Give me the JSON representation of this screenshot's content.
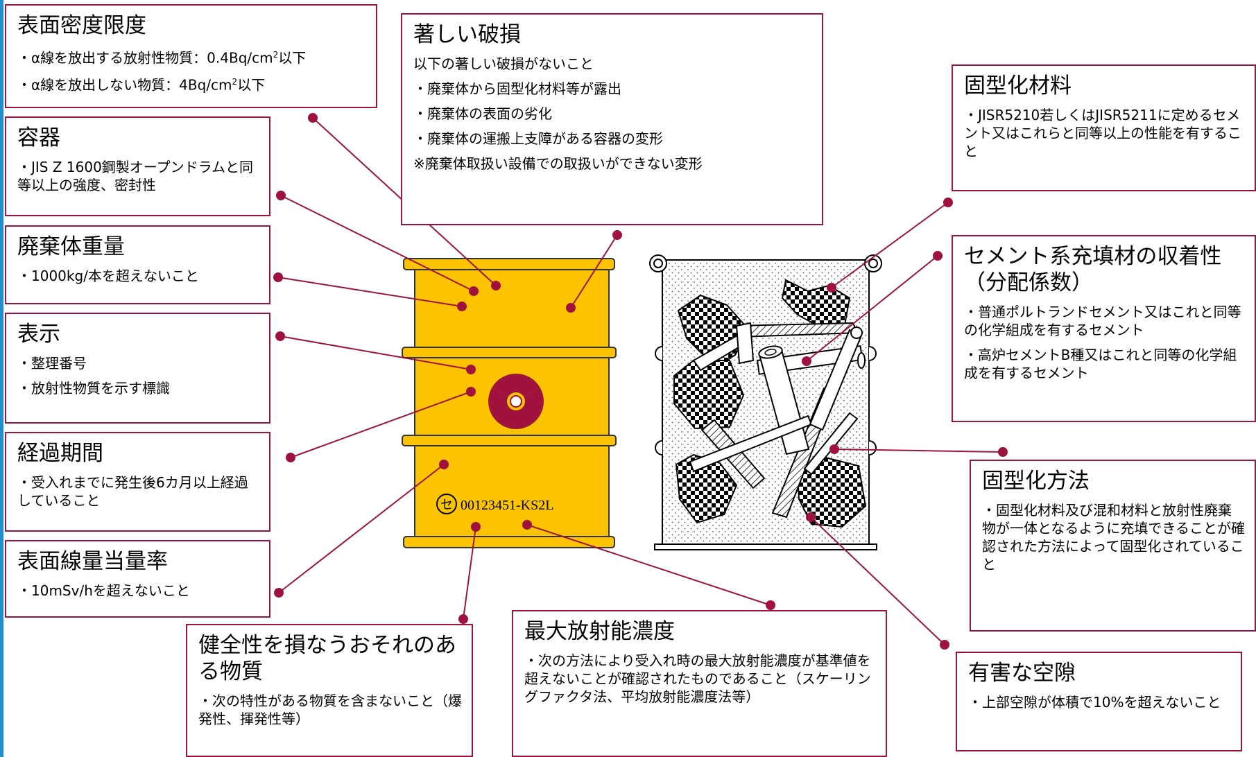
{
  "colors": {
    "accent": "#a0123e",
    "drum": "#fcc400",
    "drum_stroke": "#333333",
    "strip": "#1f8fd0"
  },
  "boxes": {
    "surface_density": {
      "title": "表面密度限度",
      "l1_pre": "・α線を放出する放射性物質：0.4Bq/cm",
      "l1_sup": "2",
      "l1_post": "以下",
      "l2_pre": "・α線を放出しない物質：4Bq/cm",
      "l2_sup": "2",
      "l2_post": "以下"
    },
    "container": {
      "title": "容器",
      "lines": [
        "・JIS Z 1600鋼製オープンドラムと同等以上の強度、密封性"
      ]
    },
    "weight": {
      "title": "廃棄体重量",
      "lines": [
        "・1000kg/本を超えないこと"
      ]
    },
    "display": {
      "title": "表示",
      "lines": [
        "・整理番号",
        "・放射性物質を示す標識"
      ]
    },
    "elapsed": {
      "title": "経過期間",
      "lines": [
        "・受入れまでに発生後6カ月以上経過していること"
      ]
    },
    "dose_rate": {
      "title": "表面線量当量率",
      "lines": [
        "・10mSv/hを超えないこと"
      ]
    },
    "damage": {
      "title": "著しい破損",
      "lines": [
        "以下の著しい破損がないこと",
        "・廃棄体から固型化材料等が露出",
        "・廃棄体の表面の劣化",
        "・廃棄体の運搬上支障がある容器の変形",
        "※廃棄体取扱い設備での取扱いができない変形"
      ]
    },
    "solid_material": {
      "title": "固型化材料",
      "lines": [
        "・JISR5210若しくはJISR5211に定めるセメント又はこれらと同等以上の性能を有すること"
      ]
    },
    "sorption": {
      "title": "セメント系充填材の収着性（分配係数）",
      "lines": [
        "・普通ポルトランドセメント又はこれと同等の化学組成を有するセメント",
        "・高炉セメントB種又はこれと同等の化学組成を有するセメント"
      ]
    },
    "method": {
      "title": "固型化方法",
      "lines": [
        "・固型化材料及び混和材料と放射性廃棄物が一体となるように充填できることが確認された方法によって固型化されていること"
      ]
    },
    "harmful": {
      "title": "健全性を損なうおそれのある物質",
      "lines": [
        "・次の特性がある物質を含まないこと（爆発性、揮発性等）"
      ]
    },
    "max_conc": {
      "title": "最大放射能濃度",
      "lines": [
        "・次の方法により受入れ時の最大放射能濃度が基準値を超えないことが確認されたものであること（スケーリングファクタ法、平均放射能濃度法等）"
      ]
    },
    "void": {
      "title": "有害な空隙",
      "lines": [
        "・上部空隙が体積で10%を超えないこと"
      ]
    }
  },
  "drum": {
    "mark": "セ",
    "code": "00123451-KS2L"
  }
}
